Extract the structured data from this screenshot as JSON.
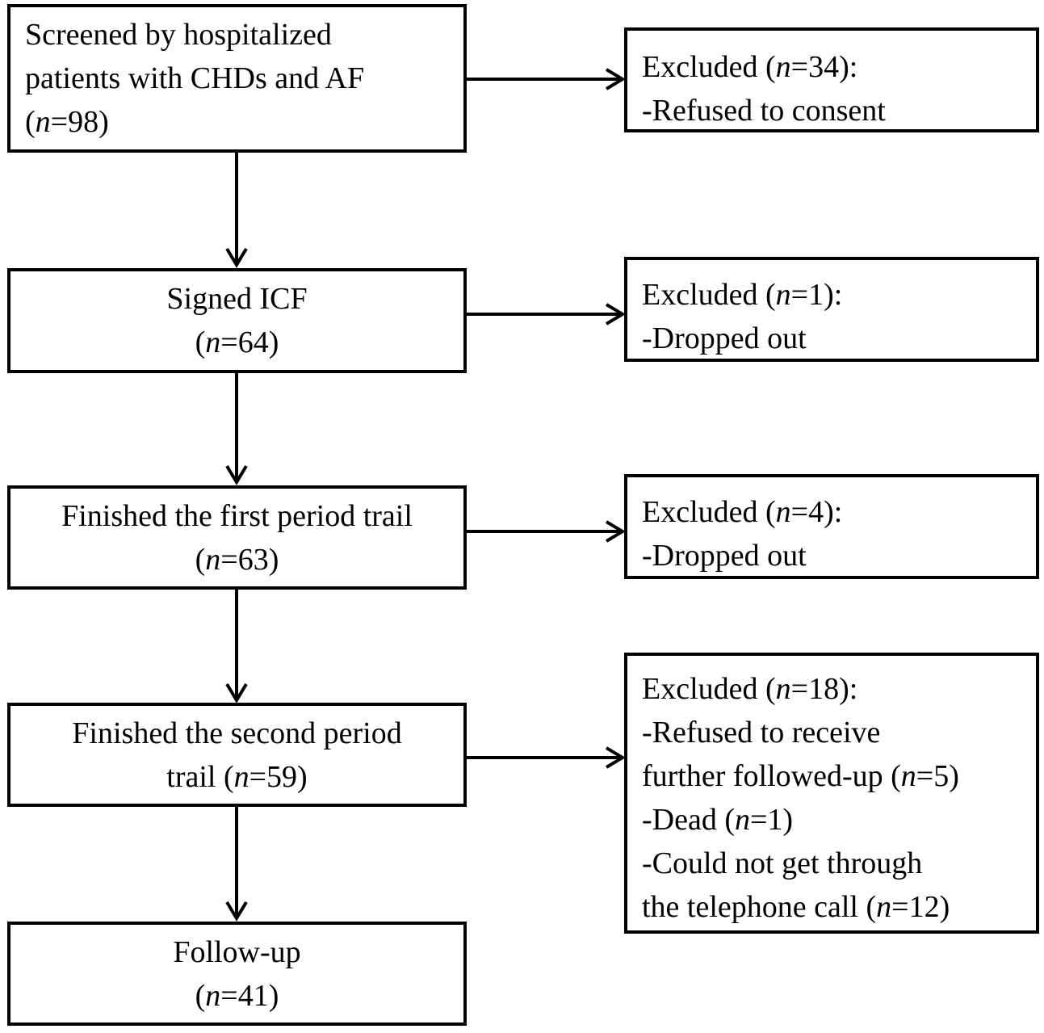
{
  "flow": {
    "main": [
      {
        "lines": [
          {
            "pre": "Screened by hospitalized",
            "var": "",
            "post": ""
          },
          {
            "pre": "patients with CHDs  and AF",
            "var": "",
            "post": ""
          },
          {
            "pre": "(",
            "var": "n",
            "post": "=98)"
          }
        ]
      },
      {
        "lines": [
          {
            "pre": "Signed ICF",
            "var": "",
            "post": ""
          },
          {
            "pre": "(",
            "var": "n",
            "post": "=64)"
          }
        ]
      },
      {
        "lines": [
          {
            "pre": "Finished the  first period trail",
            "var": "",
            "post": ""
          },
          {
            "pre": "(",
            "var": "n",
            "post": "=63)"
          }
        ]
      },
      {
        "lines": [
          {
            "pre": "Finished the  second period",
            "var": "",
            "post": ""
          },
          {
            "pre": "trail (",
            "var": "n",
            "post": "=59)"
          }
        ]
      },
      {
        "lines": [
          {
            "pre": "Follow-up",
            "var": "",
            "post": ""
          },
          {
            "pre": "(",
            "var": "n",
            "post": "=41)"
          }
        ]
      }
    ],
    "excluded": [
      {
        "lines": [
          {
            "pre": "Excluded (",
            "var": "n",
            "post": "=34):"
          },
          {
            "pre": "-Refused to consent",
            "var": "",
            "post": ""
          }
        ]
      },
      {
        "lines": [
          {
            "pre": "Excluded (",
            "var": "n",
            "post": "=1):"
          },
          {
            "pre": "-Dropped out",
            "var": "",
            "post": ""
          }
        ]
      },
      {
        "lines": [
          {
            "pre": "Excluded (",
            "var": "n",
            "post": "=4):"
          },
          {
            "pre": "-Dropped out",
            "var": "",
            "post": ""
          }
        ]
      },
      {
        "lines": [
          {
            "pre": "Excluded (",
            "var": "n",
            "post": "=18):"
          },
          {
            "pre": "-Refused to receive",
            "var": "",
            "post": ""
          },
          {
            "pre": "further followed-up (",
            "var": "n",
            "post": "=5)"
          },
          {
            "pre": "-Dead (",
            "var": "n",
            "post": "=1)"
          },
          {
            "pre": "-Could not get through",
            "var": "",
            "post": ""
          },
          {
            "pre": "the telephone call (",
            "var": "n",
            "post": "=12)"
          }
        ]
      }
    ]
  }
}
